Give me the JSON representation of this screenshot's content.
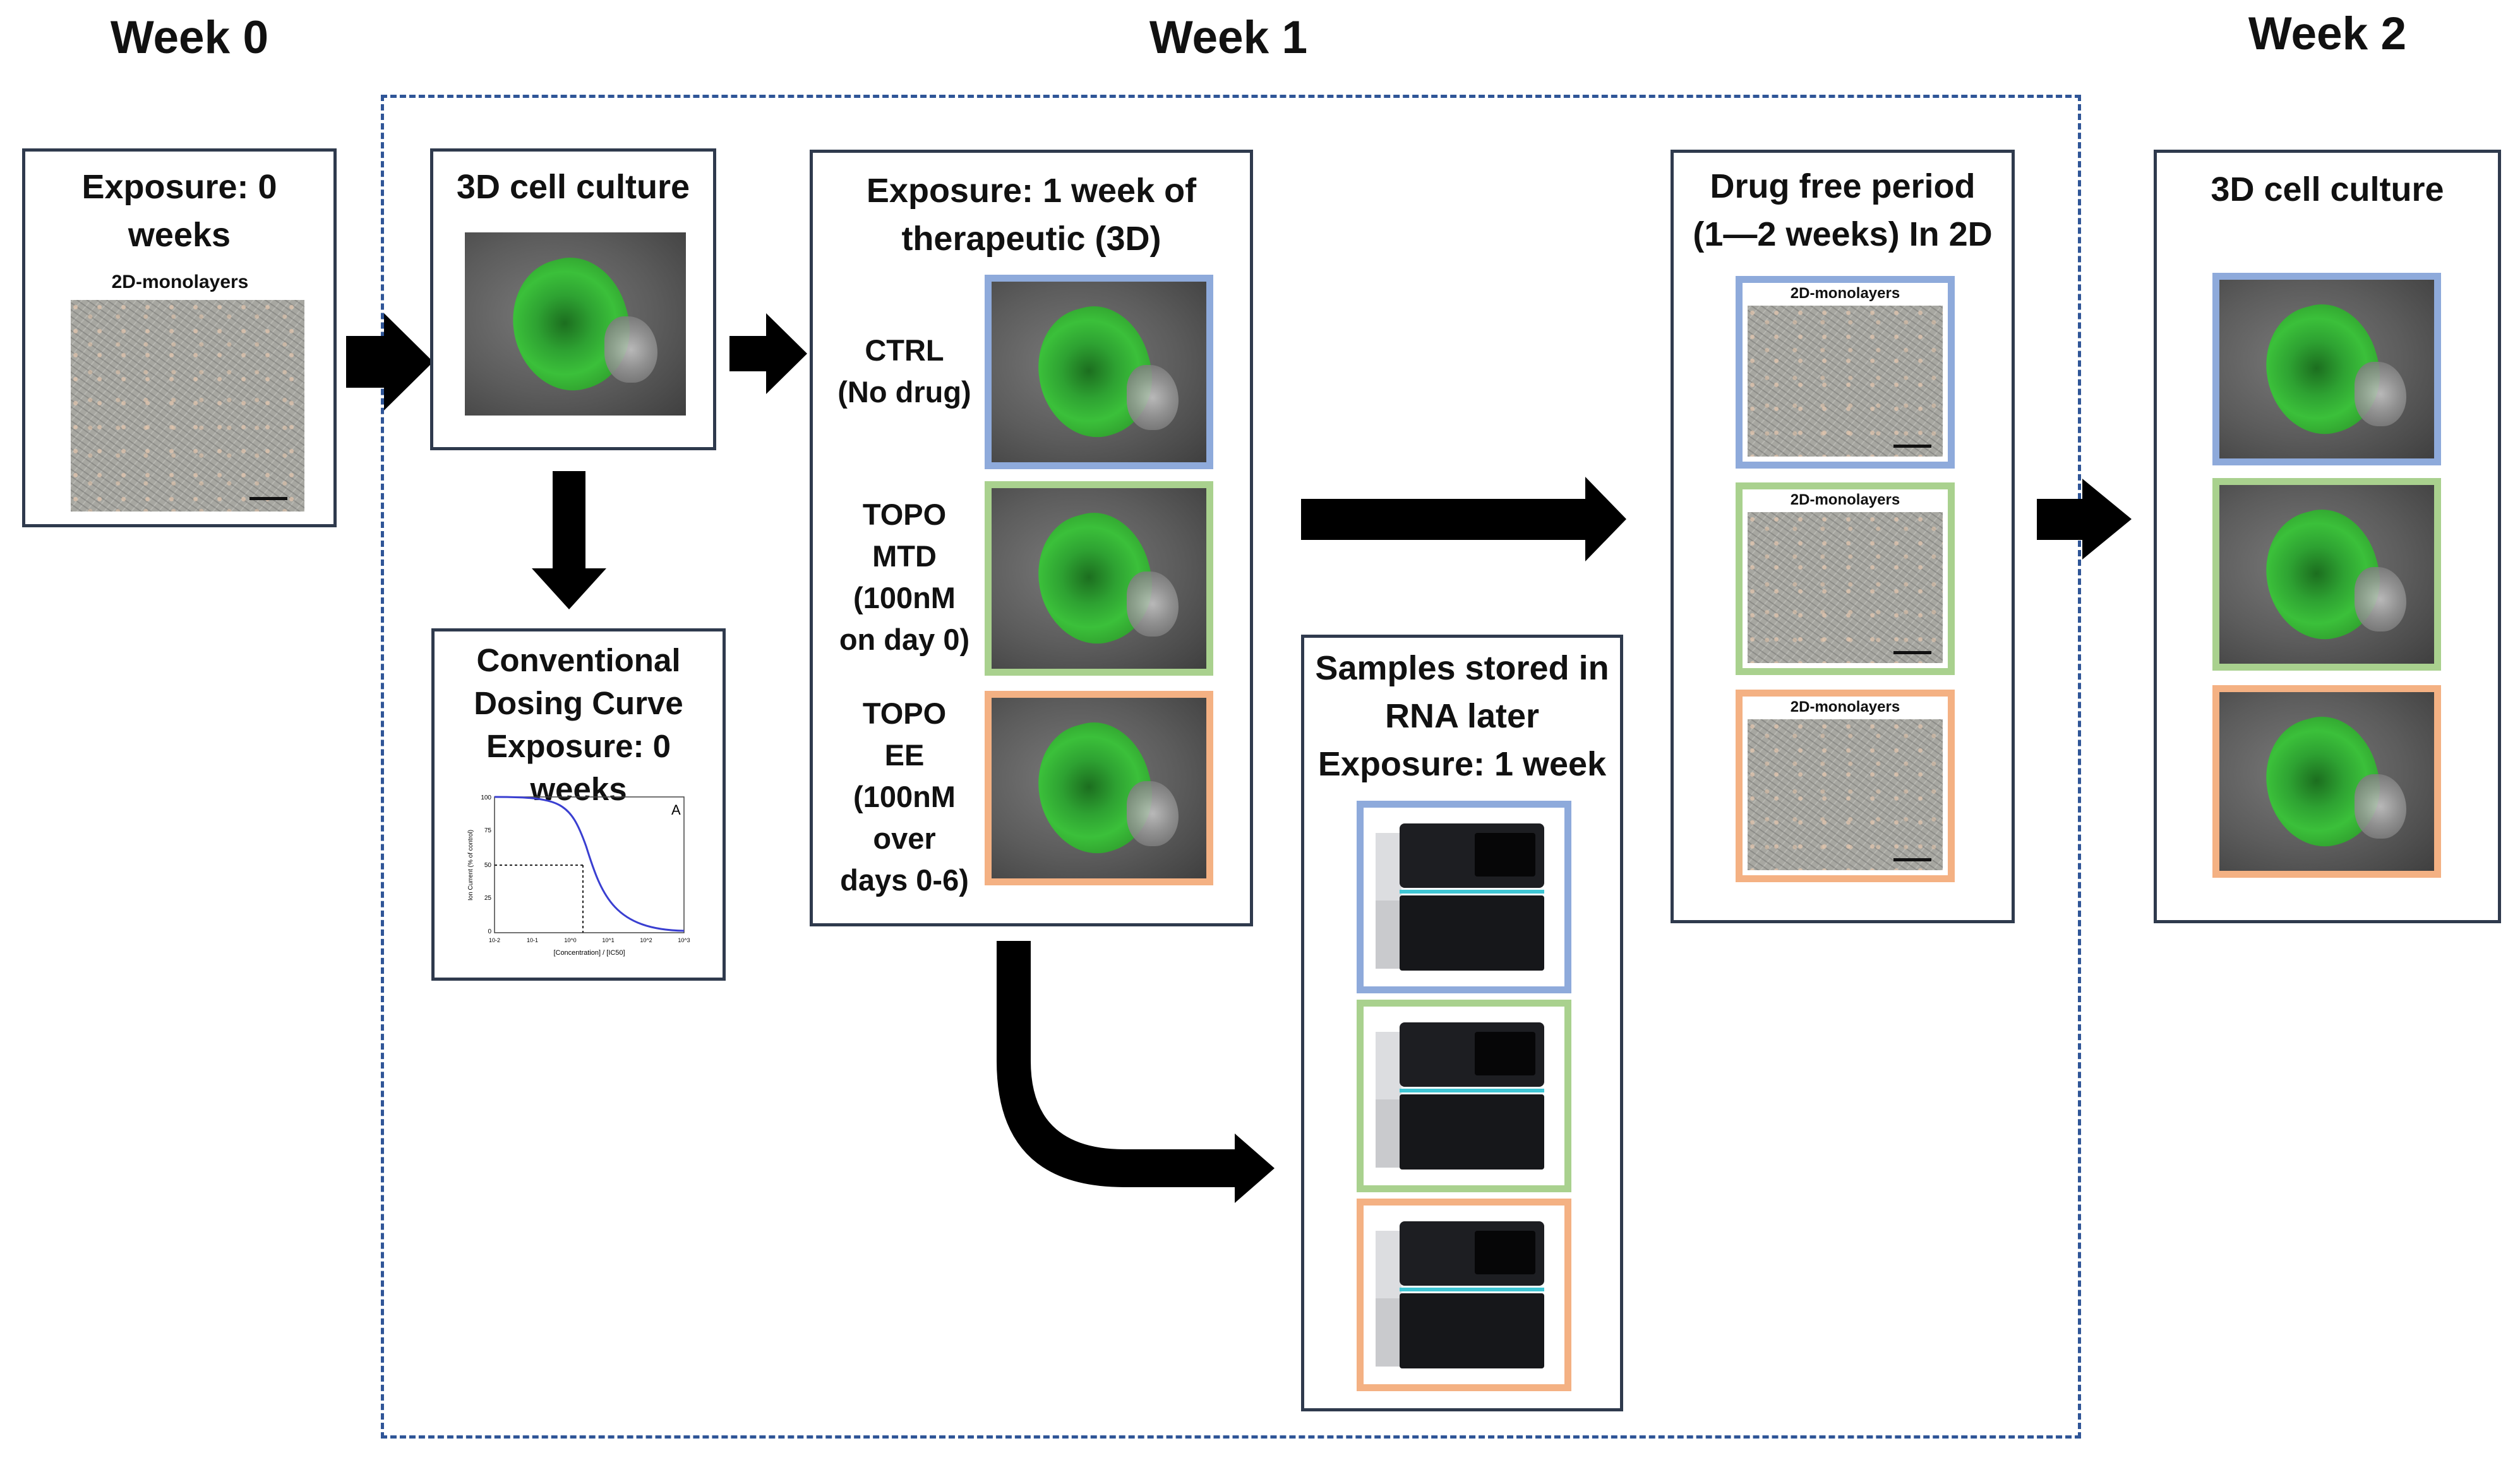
{
  "weeks": {
    "w0": "Week 0",
    "w1": "Week 1",
    "w2": "Week 2"
  },
  "box_exposure0": {
    "title_line1": "Exposure: 0",
    "title_line2": "weeks",
    "image_title": "2D-monolayers"
  },
  "box_3d_culture": {
    "title": "3D cell culture"
  },
  "box_dosing": {
    "line1": "Conventional",
    "line2": "Dosing Curve",
    "line3": "Exposure: 0 weeks",
    "plot": {
      "panel_label": "A",
      "ylabel": "Ion Current (% of control)",
      "xlabel": "[Concentration] / [IC50]",
      "yticks": [
        "100",
        "75",
        "50",
        "25",
        "0"
      ],
      "xticks": [
        "10-2",
        "10-1",
        "10^0",
        "10^1",
        "10^2",
        "10^3"
      ]
    }
  },
  "box_exposure1": {
    "title_line1": "Exposure: 1 week of",
    "title_line2": "therapeutic (3D)",
    "rows": [
      {
        "lines": [
          "CTRL",
          "(No drug)"
        ],
        "frame_color": "#8eaadb"
      },
      {
        "lines": [
          "TOPO",
          "MTD",
          "(100nM",
          "on day 0)"
        ],
        "frame_color": "#a9d18e"
      },
      {
        "lines": [
          "TOPO",
          "EE",
          "(100nM",
          "over",
          "days 0-6)"
        ],
        "frame_color": "#f4b183"
      }
    ]
  },
  "box_samples": {
    "line1": "Samples stored in",
    "line2": "RNA later",
    "line3": "Exposure: 1 week"
  },
  "box_drugfree": {
    "title_line1": "Drug free period",
    "title_line2": "(1—2 weeks) In 2D",
    "image_titles": [
      "2D-monolayers",
      "2D-monolayers",
      "2D-monolayers"
    ]
  },
  "box_week2": {
    "title": "3D cell culture"
  },
  "colors": {
    "blue": "#8eaadb",
    "green": "#a9d18e",
    "orange": "#f4b183",
    "border": "#2f3a4d",
    "dashed": "#2f5597"
  }
}
